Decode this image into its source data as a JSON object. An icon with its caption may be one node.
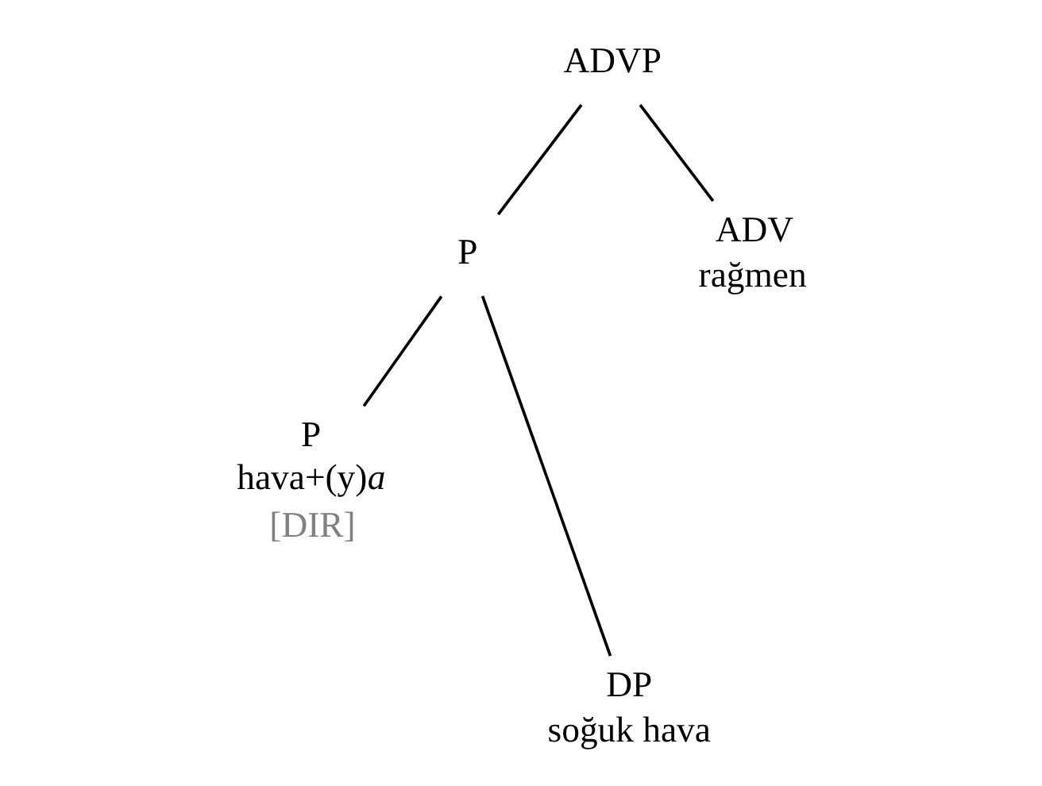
{
  "diagram": {
    "nodes": [
      {
        "text": [
          "ADVP"
        ]
      },
      {
        "text": [
          "P"
        ]
      },
      {
        "text": [
          "ADV",
          "rağmen"
        ]
      },
      {
        "text": [
          "P",
          "hava+(y)*a*",
          "[DIR]"
        ]
      },
      {
        "text": [
          "DP",
          "soğuk hava"
        ]
      }
    ],
    "edges": [
      {
        "from": 0,
        "to": 1,
        "arrow": "none"
      },
      {
        "from": 0,
        "to": 2,
        "arrow": "none"
      },
      {
        "from": 1,
        "to": 3,
        "arrow": "none"
      },
      {
        "from": 1,
        "to": 4,
        "arrow": "none"
      }
    ]
  }
}
